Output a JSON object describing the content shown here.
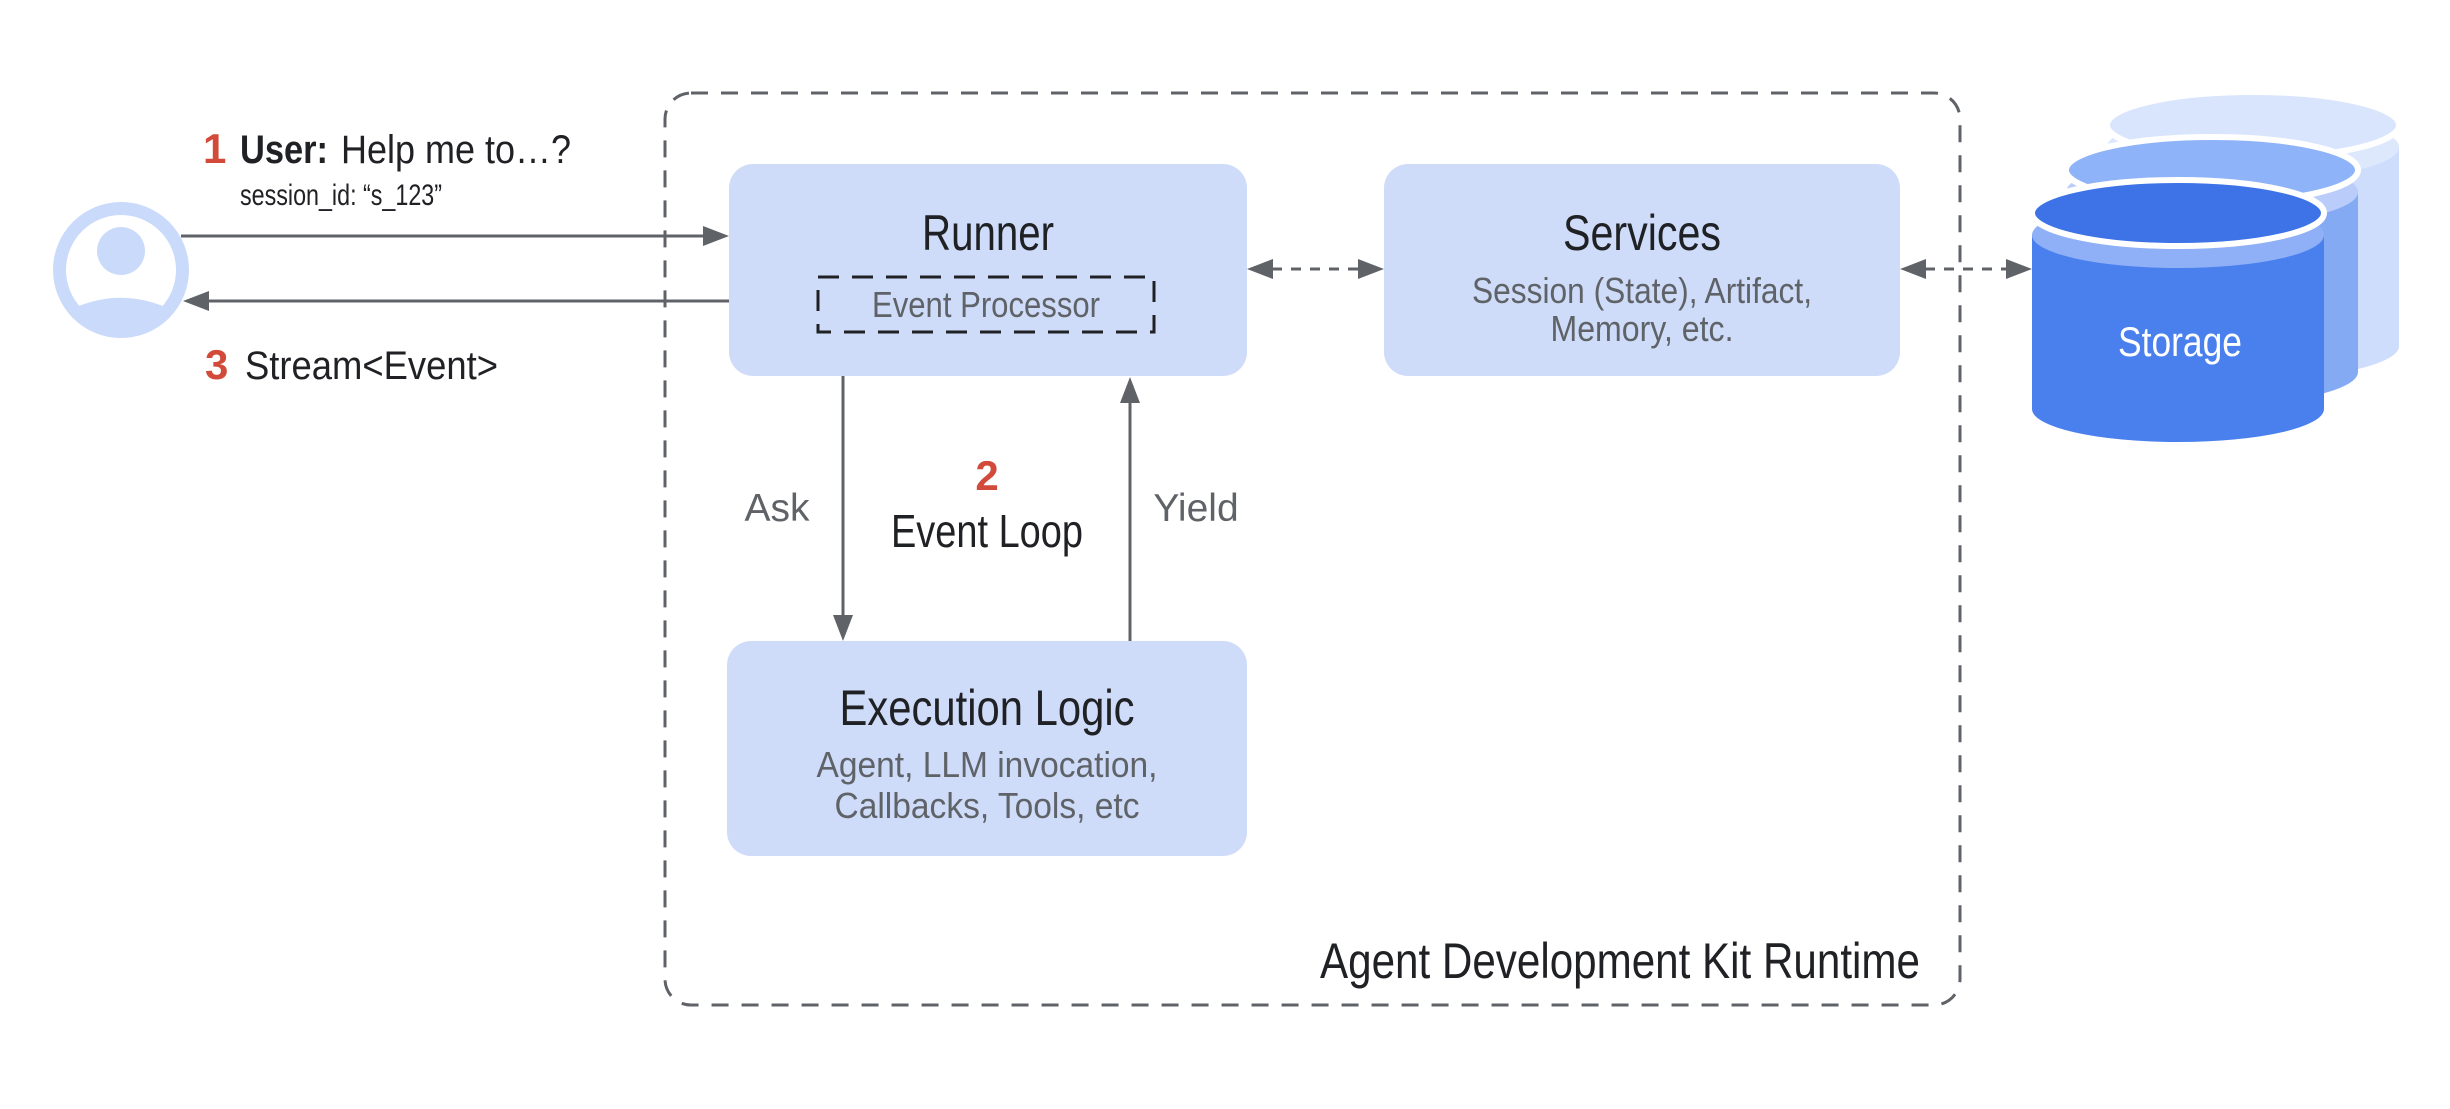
{
  "diagram_title": "Agent Development Kit Runtime",
  "palette": {
    "box_fill": "#cedcf9",
    "icon_blue": "#c9dafb",
    "arrow_gray": "#5f6368",
    "text_dark": "#202124",
    "text_gray": "#5f6368",
    "step_red": "#d24b3a",
    "storage_front_blue": "#4a80ee",
    "storage_middle_blue": "#85aaf4",
    "storage_back_blue": "#cdddfb"
  },
  "user_flow": {
    "step1_number": "1",
    "step1_label_bold": "User:",
    "step1_label_rest": "Help me to…?",
    "session_id": "session_id: “s_123”",
    "step3_number": "3",
    "step3_label": "Stream<Event>"
  },
  "runner": {
    "title": "Runner",
    "event_processor_label": "Event Processor"
  },
  "event_loop": {
    "step_number": "2",
    "label": "Event Loop",
    "ask_label": "Ask",
    "yield_label": "Yield"
  },
  "execution_logic": {
    "title": "Execution Logic",
    "subtitle_line1": "Agent, LLM invocation,",
    "subtitle_line2": "Callbacks, Tools, etc"
  },
  "services": {
    "title": "Services",
    "subtitle_line1": "Session (State), Artifact,",
    "subtitle_line2": "Memory, etc."
  },
  "storage": {
    "label": "Storage"
  },
  "runtime_boundary_label": "Agent Development Kit Runtime"
}
